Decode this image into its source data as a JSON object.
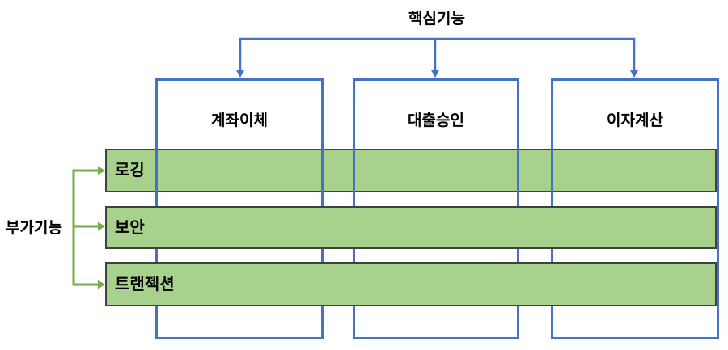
{
  "diagram": {
    "top_label": "핵심기능",
    "left_label": "부가기능",
    "columns": [
      {
        "label": "계좌이체"
      },
      {
        "label": "대출승인"
      },
      {
        "label": "이자계산"
      }
    ],
    "bars": [
      {
        "label": "로깅"
      },
      {
        "label": "보안"
      },
      {
        "label": "트랜젝션"
      }
    ],
    "colors": {
      "core_connector_blue": "#4472C4",
      "bar_fill_green": "#A9D18E",
      "addon_arrow_green": "#70AD47",
      "bar_border": "#404040",
      "text": "#000000",
      "background": "#FFFFFF"
    }
  }
}
